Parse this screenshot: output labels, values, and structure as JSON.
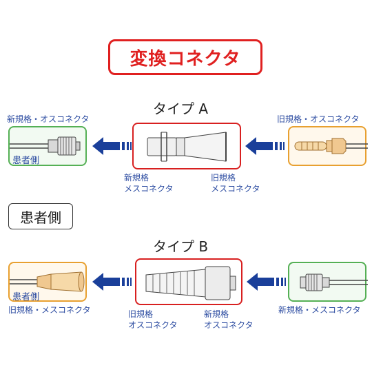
{
  "title": "変換コネクタ",
  "patient_label": "患者側",
  "type_a": {
    "heading": "タイプ A",
    "left_top_label": "新規格・オスコネクタ",
    "left_box_label": "患者側",
    "center_left_label": [
      "新規格",
      "メスコネクタ"
    ],
    "center_right_label": [
      "旧規格",
      "メスコネクタ"
    ],
    "right_top_label": "旧規格・オスコネクタ"
  },
  "type_b": {
    "heading": "タイプ B",
    "left_box_label": "患者側",
    "left_bottom_label": "旧規格・メスコネクタ",
    "center_left_label": [
      "旧規格",
      "オスコネクタ"
    ],
    "center_right_label": [
      "新規格",
      "オスコネクタ"
    ],
    "right_bottom_label": "新規格・メスコネクタ"
  },
  "colors": {
    "title_red": "#e02020",
    "arrow_blue": "#1a3f9a",
    "green_border": "#55b055",
    "orange_border": "#e8a030"
  }
}
